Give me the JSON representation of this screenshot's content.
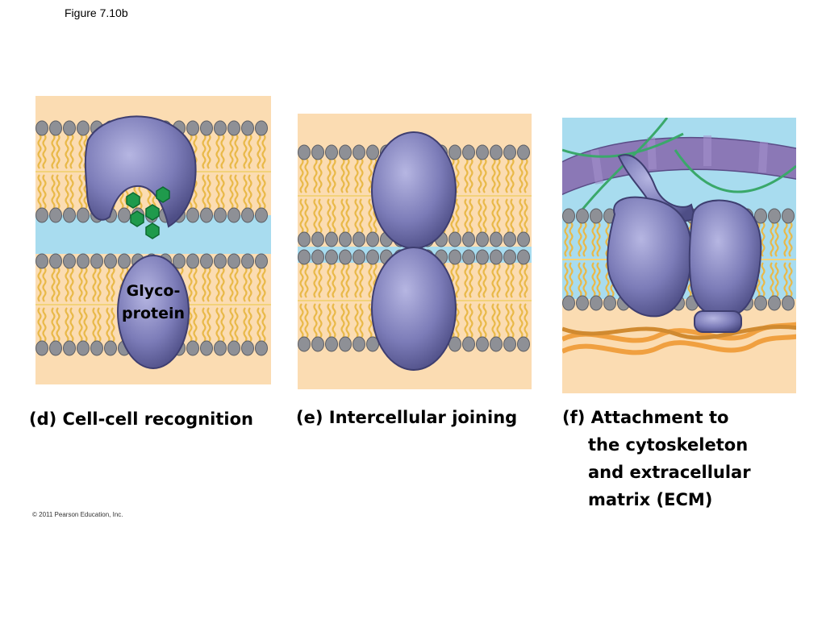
{
  "figure_title": "Figure 7.10b",
  "panels": [
    {
      "caption": "(d) Cell-cell recognition",
      "label": "Glyco-\nprotein"
    },
    {
      "caption": "(e) Intercellular joining"
    },
    {
      "caption_lines": [
        "(f) Attachment to",
        "the cytoskeleton",
        "and extracellular",
        "matrix (ECM)"
      ]
    }
  ],
  "copyright": "© 2011 Pearson Education, Inc.",
  "colors": {
    "extracellular_peach": "#fbdcb2",
    "cytoplasm_blue": "#a8dcef",
    "lipid_head_gray": "#8e9096",
    "lipid_tail_yellow": "#e9b949",
    "protein_purple": "#7c7cb8",
    "carbohydrate_green": "#1f9a4c",
    "ecm_orange": "#f0a040",
    "cytoskeleton_purple": "#8b78b6",
    "fiber_green": "#3aa86a"
  }
}
